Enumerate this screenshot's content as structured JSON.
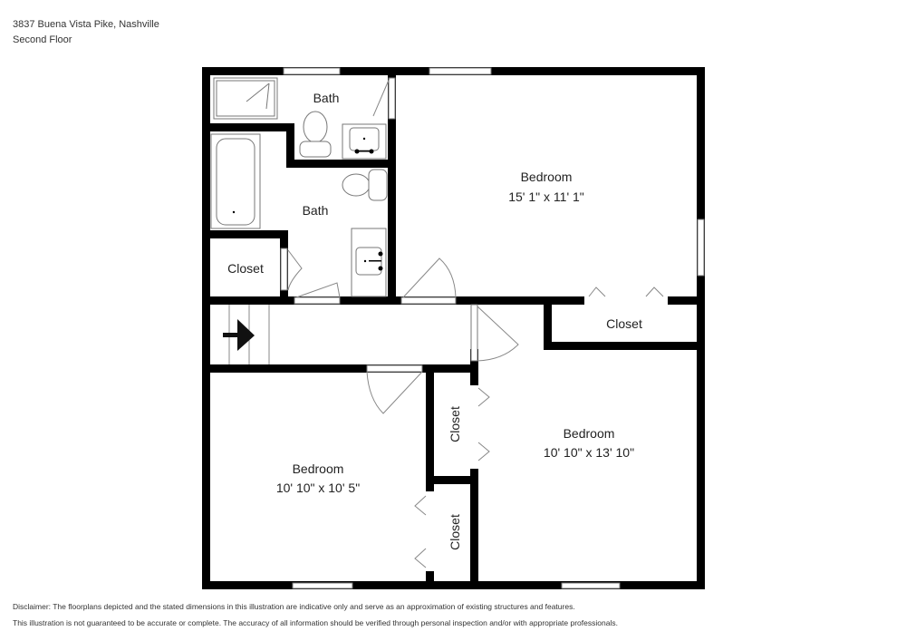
{
  "header": {
    "address": "3837 Buena Vista Pike, Nashville",
    "floor": "Second Floor"
  },
  "rooms": {
    "bath_upper": {
      "name": "Bath"
    },
    "bath_lower": {
      "name": "Bath"
    },
    "closet_left": {
      "name": "Closet"
    },
    "bedroom_main": {
      "name": "Bedroom",
      "dimensions": "15' 1\" x 11' 1\""
    },
    "closet_main": {
      "name": "Closet"
    },
    "bedroom_left": {
      "name": "Bedroom",
      "dimensions": "10' 10\" x 10' 5\""
    },
    "closet_mid_top": {
      "name": "Closet"
    },
    "closet_mid_bottom": {
      "name": "Closet"
    },
    "bedroom_right": {
      "name": "Bedroom",
      "dimensions": "10' 10\" x 13' 10\""
    }
  },
  "stairs": {
    "icon": "arrow-right-icon"
  },
  "disclaimer": {
    "line1": "Disclaimer: The floorplans depicted and the stated dimensions in this illustration are indicative only and serve as an approximation of existing structures and features.",
    "line2": "This illustration is not guaranteed to be accurate or complete. The accuracy of all information should be verified through personal inspection and/or with appropriate professionals."
  },
  "colors": {
    "wall": "#000000",
    "window": "#ffffff",
    "fixture": "#888888"
  }
}
